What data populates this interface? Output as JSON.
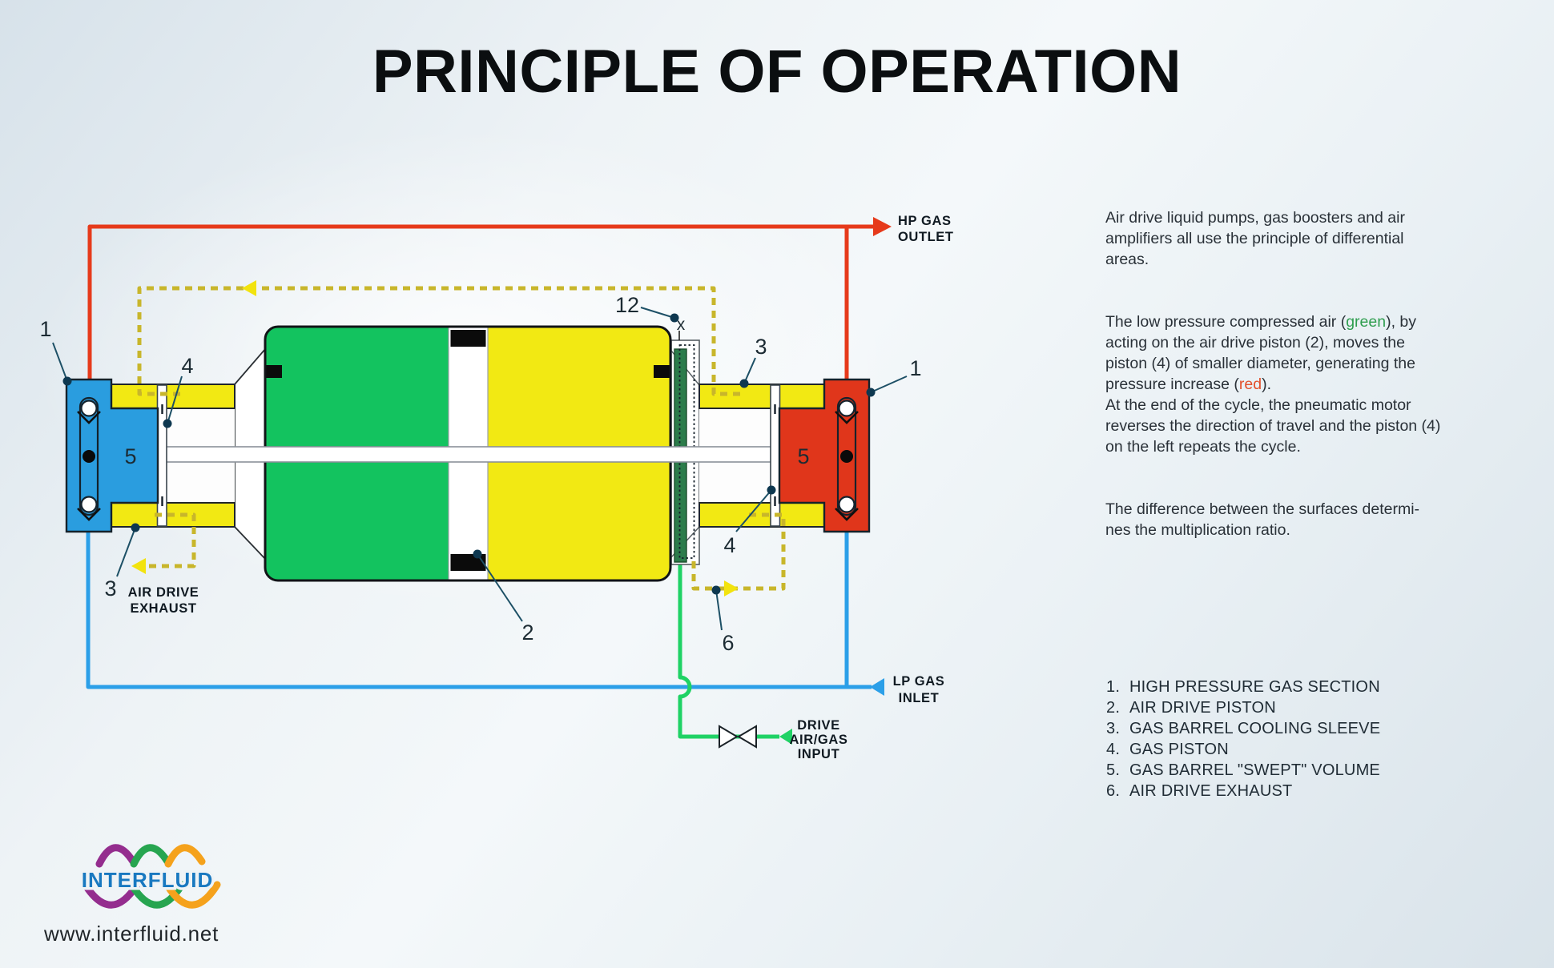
{
  "title": "PRINCIPLE OF OPERATION",
  "description": {
    "p1": "Air drive liquid pumps, gas boosters and air\namplifiers all use the principle of differential\nareas.",
    "p2": {
      "seg1": "The low pressure compressed air (",
      "green_word": "green",
      "seg2": "), by\nacting on the air drive piston (2), moves the\npiston (4) of smaller diameter, generating the\npressure increase (",
      "red_word": "red",
      "seg3": ").\nAt the end of the cycle, the pneumatic motor\nreverses the direction of travel and the piston (4)\non the left repeats the cycle."
    },
    "p3": "The difference between the surfaces determi-\nnes the multiplication ratio."
  },
  "legend": {
    "items": [
      {
        "num": "1.",
        "label": "HIGH PRESSURE GAS SECTION"
      },
      {
        "num": "2.",
        "label": "AIR DRIVE PISTON"
      },
      {
        "num": "3.",
        "label": "GAS BARREL COOLING SLEEVE"
      },
      {
        "num": "4.",
        "label": "GAS PISTON"
      },
      {
        "num": "5.",
        "label": "GAS BARREL \"SWEPT\" VOLUME"
      },
      {
        "num": "6.",
        "label": "AIR DRIVE EXHAUST"
      }
    ]
  },
  "diagram": {
    "callouts": {
      "left_1": "1",
      "left_3": "3",
      "left_4": "4",
      "left_5": "5",
      "right_1": "1",
      "right_3": "3",
      "right_4": "4",
      "right_5": "5",
      "piston_2": "2",
      "exhaust_6": "6",
      "pilot_12": "12",
      "pilot_x": "x"
    },
    "pipe_labels": {
      "hp1": "HP GAS",
      "hp2": "OUTLET",
      "lp1": "LP GAS",
      "lp2": "INLET",
      "ex1": "AIR DRIVE",
      "ex2": "EXHAUST",
      "dr1": "DRIVE",
      "dr2": "AIR/GAS",
      "dr3": "INPUT"
    },
    "colors": {
      "hp_red": "#e63a1b",
      "lp_blue": "#2b9fe8",
      "drive_green": "#1fd265",
      "air_yellow": "#f2e913",
      "air_green": "#13c35f",
      "block_blue": "#2a9ddf",
      "block_red": "#e0361b",
      "pilot_green": "#2c7c4b",
      "dashed_yellow": "#c8b62b",
      "arrow_yellow": "#f2e30e"
    }
  },
  "logo": {
    "brand": "INTERFLUID",
    "website": "www.interfluid.net"
  }
}
